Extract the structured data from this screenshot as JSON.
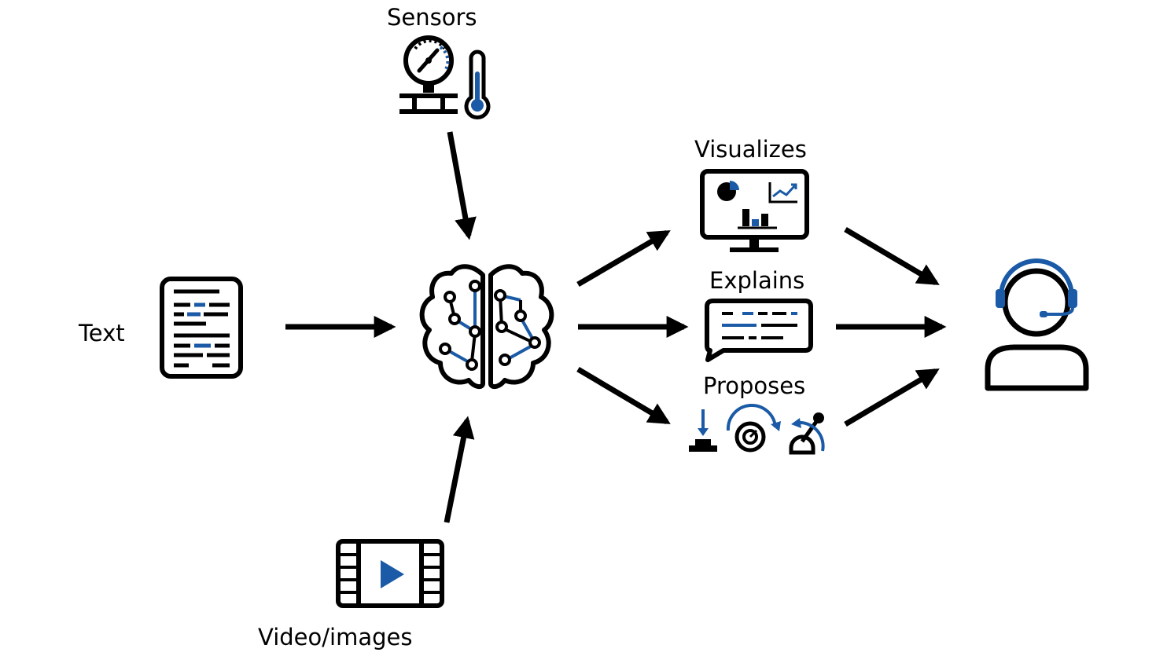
{
  "labels": {
    "sensors": "Sensors",
    "text": "Text",
    "video": "Video/images",
    "visualizes": "Visualizes",
    "explains": "Explains",
    "proposes": "Proposes"
  },
  "colors": {
    "stroke": "#000000",
    "accent": "#1a5aa6",
    "background": "#ffffff"
  },
  "icons": {
    "sensors": [
      "pressure-gauge-icon",
      "thermometer-icon"
    ],
    "text": "document-icon",
    "video": "film-play-icon",
    "ai": "brain-circuit-icon",
    "visualizes": "monitor-dashboard-icon",
    "explains": "speech-bubble-icon",
    "proposes": [
      "push-button-icon",
      "rotary-knob-icon",
      "lever-icon"
    ],
    "operator": "headset-operator-icon"
  }
}
